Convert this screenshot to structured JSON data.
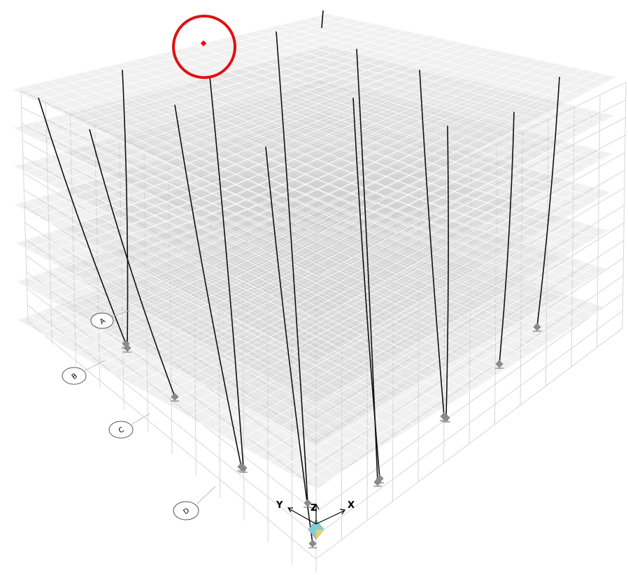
{
  "viewport": {
    "background": "#ffffff",
    "slab_fill": "#c8c8c8",
    "mesh_color": "#ffffff",
    "grid_color": "#d6d6d6",
    "column_color": "#111111"
  },
  "grid_bubbles": [
    {
      "label": "A"
    },
    {
      "label": "B"
    },
    {
      "label": "C"
    },
    {
      "label": "D"
    }
  ],
  "axes": {
    "x_label": "X",
    "y_label": "Y",
    "z_label": "Z",
    "x_color": "#000000",
    "y_color": "#000000",
    "z_color": "#000000"
  },
  "highlight": {
    "circle_color": "#e01010",
    "marker_color": "#ff0000"
  },
  "support_icon": "fixed-support-icon",
  "origin_icon": "origin-triad-icon"
}
